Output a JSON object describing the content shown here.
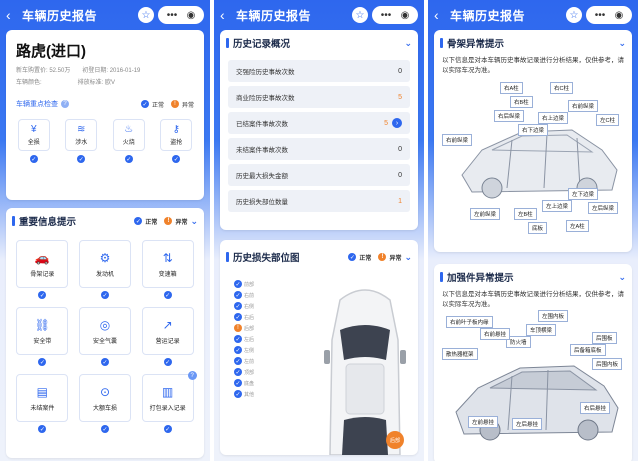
{
  "header": {
    "back": "‹",
    "title": "车辆历史报告",
    "star": "☆",
    "more": "•••",
    "target": "◉"
  },
  "screen1": {
    "car_title": "路虎(进口)",
    "meta": [
      {
        "label": "新车购置价: ",
        "value": "52.50万"
      },
      {
        "label": "初登日期: ",
        "value": "2016-01-19"
      }
    ],
    "meta2": [
      {
        "label": "车辆颜色: ",
        "value": ""
      },
      {
        "label": "排放标准: ",
        "value": "欧V"
      }
    ],
    "inspect_label": "车辆重点检查",
    "legend_normal": "正常",
    "legend_abnormal": "异常",
    "checks": [
      {
        "label": "全损",
        "icon": "¥"
      },
      {
        "label": "涉水",
        "icon": "≋"
      },
      {
        "label": "火烧",
        "icon": "♨"
      },
      {
        "label": "盗抢",
        "icon": "⚷"
      }
    ],
    "important_title": "重要信息提示",
    "grid": [
      {
        "label": "骨架记录",
        "icon": "🚗"
      },
      {
        "label": "发动机",
        "icon": "⚙"
      },
      {
        "label": "变速箱",
        "icon": "⇅"
      },
      {
        "label": "安全带",
        "icon": "⛓"
      },
      {
        "label": "安全气囊",
        "icon": "◎"
      },
      {
        "label": "营运记录",
        "icon": "↗"
      },
      {
        "label": "未结案件",
        "icon": "▤"
      },
      {
        "label": "大额车损",
        "icon": "⊙"
      },
      {
        "label": "打包录入记录",
        "icon": "▥"
      }
    ]
  },
  "screen2": {
    "overview_title": "历史记录概况",
    "rows": [
      {
        "label": "交强险历史事故次数",
        "value": "0",
        "orange": false
      },
      {
        "label": "商业险历史事故次数",
        "value": "5",
        "orange": true
      },
      {
        "label": "已结案件事故次数",
        "value": "5",
        "orange": true
      },
      {
        "label": "未结案件事故次数",
        "value": "0",
        "orange": false
      },
      {
        "label": "历史最大损失金额",
        "value": "0",
        "orange": false
      },
      {
        "label": "历史损失部位数量",
        "value": "1",
        "orange": true
      }
    ],
    "damage_title": "历史损失部位图",
    "legend_normal": "正常",
    "legend_abnormal": "异常",
    "side_items": [
      "前部",
      "右前",
      "右侧",
      "右后",
      "后部",
      "左后",
      "左侧",
      "左前",
      "顶部",
      "底盘",
      "其他"
    ],
    "badge": "后部"
  },
  "screen3": {
    "frame_title": "骨架异常提示",
    "frame_desc": "以下信息是对本车辆历史事故记录进行分析结果，仅供参考，请以实际车况为准。",
    "frame_labels": [
      "右A柱",
      "右B柱",
      "右C柱",
      "右前纵梁",
      "右后纵梁",
      "右上边梁",
      "左C柱",
      "右下边梁",
      "右前纵梁",
      "左下边梁",
      "左后纵梁",
      "左上边梁",
      "左前纵梁",
      "左B柱",
      "底板",
      "左A柱"
    ],
    "reinforce_title": "加强件异常提示",
    "reinforce_desc": "以下信息是对本车辆历史事故记录进行分析结果，仅供参考，请以实际车况为准。",
    "reinforce_labels": [
      "右前叶子板内缘",
      "左围内板",
      "后围板",
      "防火墙",
      "车顶横梁",
      "右前悬挂",
      "后备箱底板",
      "散热器框架",
      "后围内板",
      "右后悬挂",
      "左前悬挂",
      "左后悬挂"
    ]
  }
}
